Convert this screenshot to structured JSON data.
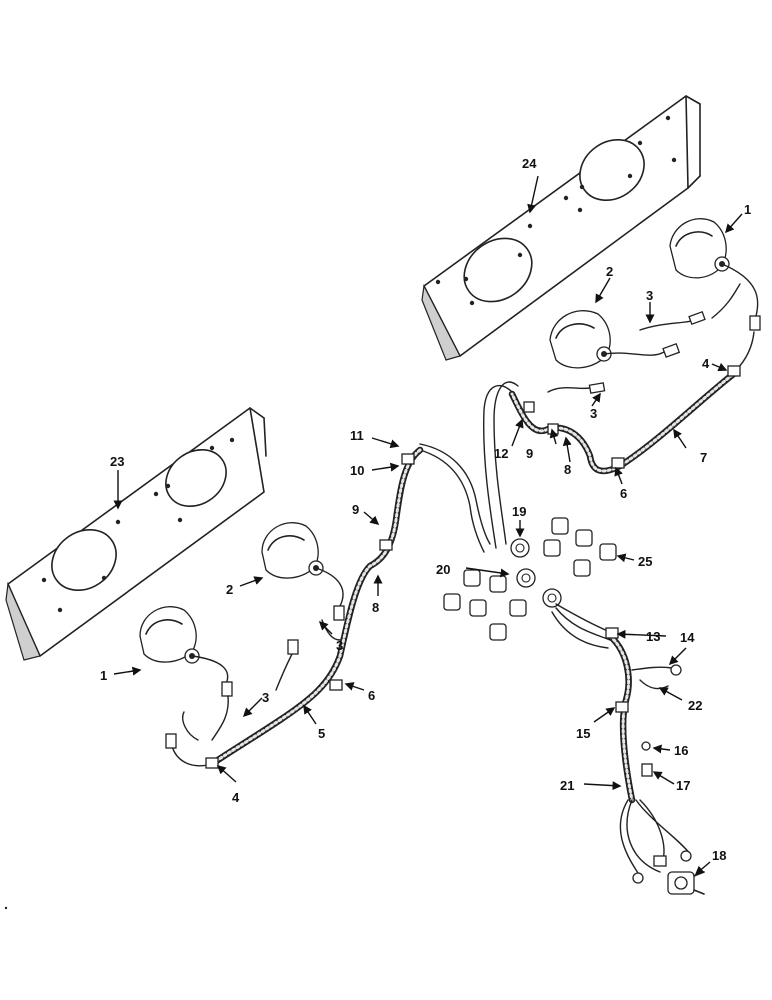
{
  "callouts": {
    "c1a": "1",
    "c1b": "1",
    "c2a": "2",
    "c2b": "2",
    "c3a": "3",
    "c3b": "3",
    "c3c": "3",
    "c3d": "3",
    "c4a": "4",
    "c4b": "4",
    "c5": "5",
    "c6a": "6",
    "c6b": "6",
    "c7": "7",
    "c8a": "8",
    "c8b": "8",
    "c9a": "9",
    "c9b": "9",
    "c10": "10",
    "c11": "11",
    "c12": "12",
    "c13": "13",
    "c14": "14",
    "c15": "15",
    "c16": "16",
    "c17": "17",
    "c18": "18",
    "c19": "19",
    "c20": "20",
    "c21": "21",
    "c22": "22",
    "c23": "23",
    "c24": "24",
    "c25": "25"
  },
  "icons": {
    "headlight": "headlight-icon",
    "mounting_plate": "mounting-plate-icon",
    "wiring_harness": "wiring-harness-icon",
    "switch": "switch-icon",
    "connector": "connector-icon"
  }
}
